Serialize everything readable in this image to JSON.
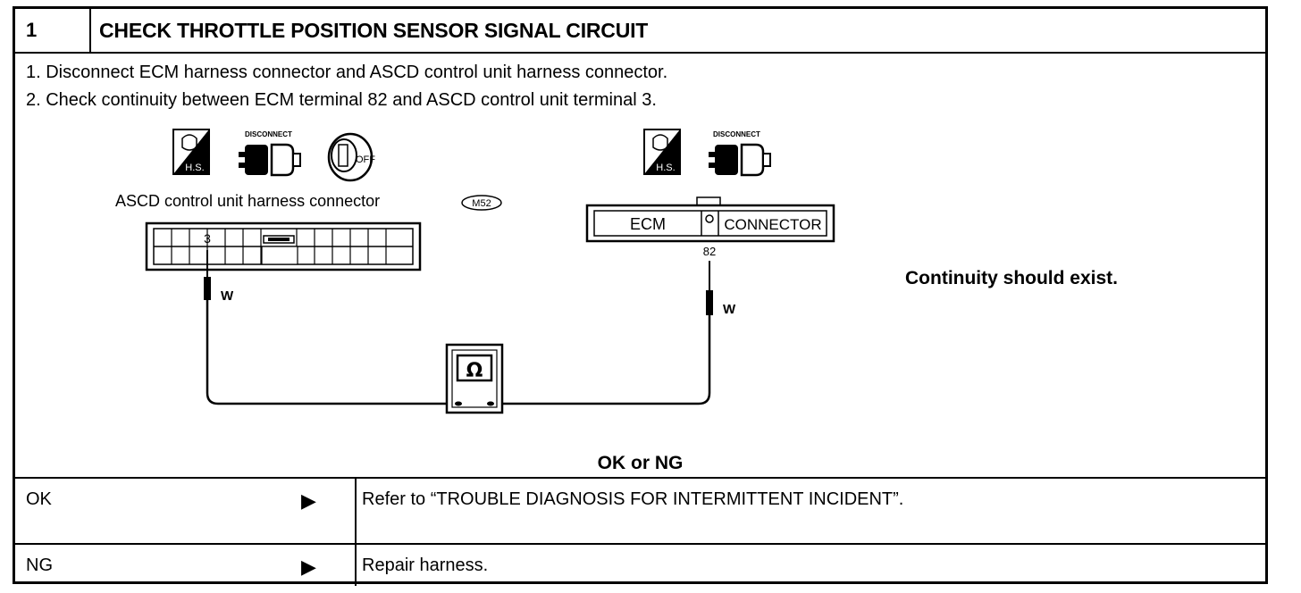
{
  "step": {
    "number": "1",
    "title": "CHECK THROTTLE POSITION SENSOR SIGNAL CIRCUIT"
  },
  "instructions": [
    "1. Disconnect ECM harness connector and ASCD control unit harness connector.",
    "2. Check continuity between ECM terminal 82 and ASCD control unit terminal 3."
  ],
  "diagram": {
    "icons": {
      "hs_label": "H.S.",
      "disconnect_label": "DISCONNECT",
      "off_label": "OFF"
    },
    "left_connector": {
      "label": "ASCD control unit harness connector",
      "code": "M52",
      "terminal": "3",
      "wire": "W"
    },
    "right_connector": {
      "left_text": "ECM",
      "right_text": "CONNECTOR",
      "terminal": "82",
      "wire": "W"
    },
    "meter_symbol": "Ω"
  },
  "result_text": "Continuity should exist.",
  "decision": "OK or NG",
  "outcomes": [
    {
      "label": "OK",
      "text": "Refer to “TROUBLE DIAGNOSIS FOR INTERMITTENT INCIDENT”."
    },
    {
      "label": "NG",
      "text": "Repair harness."
    }
  ]
}
